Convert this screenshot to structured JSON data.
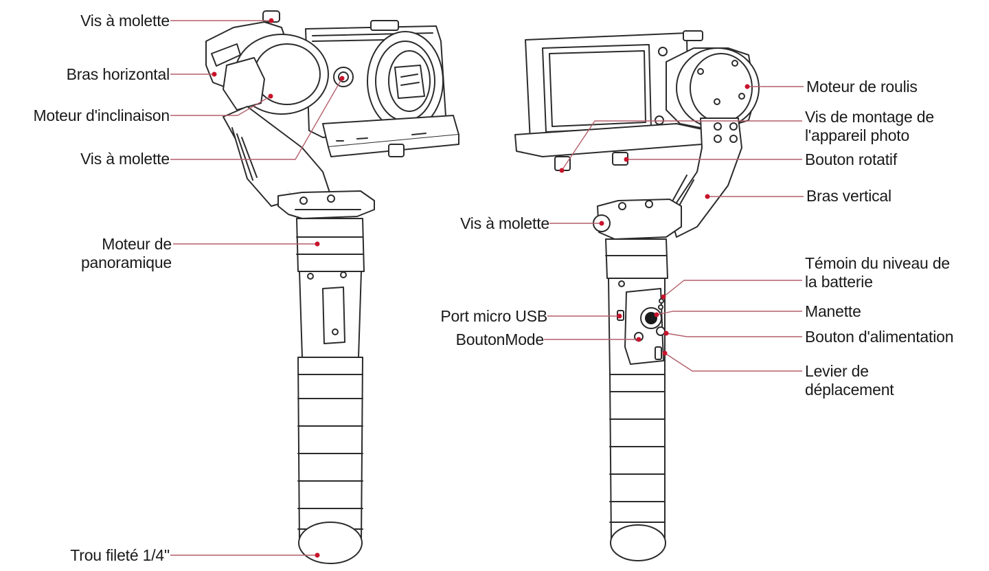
{
  "accent_color": "#c8142c",
  "line_color": "#b45f6a",
  "drawing_color": "#2b2b2b",
  "callouts": [
    {
      "id": "vis-molette-top",
      "text": "Vis à molette"
    },
    {
      "id": "bras-horizontal",
      "text": "Bras horizontal"
    },
    {
      "id": "moteur-inclinaison",
      "text": "Moteur d'inclinaison"
    },
    {
      "id": "vis-molette-mid",
      "text": "Vis à molette"
    },
    {
      "id": "moteur-panoramique",
      "text": "Moteur de\npanoramique"
    },
    {
      "id": "trou-filete",
      "text": "Trou fileté 1/4\""
    },
    {
      "id": "moteur-roulis",
      "text": "Moteur de roulis"
    },
    {
      "id": "vis-montage",
      "text": "Vis de montage de\nl'appareil photo"
    },
    {
      "id": "bouton-rotatif",
      "text": "Bouton rotatif"
    },
    {
      "id": "bras-vertical",
      "text": "Bras vertical"
    },
    {
      "id": "vis-molette-right",
      "text": "Vis à molette"
    },
    {
      "id": "temoin-batterie",
      "text": "Témoin du niveau de\nla batterie"
    },
    {
      "id": "manette",
      "text": "Manette"
    },
    {
      "id": "port-usb",
      "text": "Port micro USB"
    },
    {
      "id": "bouton-mode",
      "text": "BoutonMode"
    },
    {
      "id": "bouton-alimentation",
      "text": "Bouton d'alimentation"
    },
    {
      "id": "levier-deplacement",
      "text": "Levier de\ndéplacement"
    }
  ]
}
